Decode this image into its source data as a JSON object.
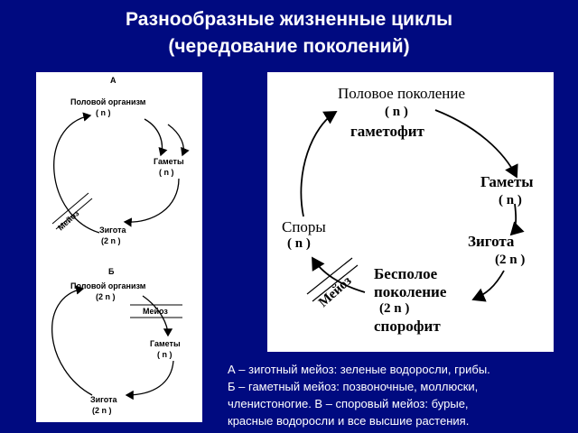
{
  "title": {
    "line1": "Разнообразные жизненные циклы",
    "line2": "(чередование поколений)"
  },
  "diagram_a": {
    "letter": "А",
    "organism": "Половой организм",
    "organism_ploidy": "( n )",
    "gametes": "Гаметы",
    "gametes_ploidy": "( n )",
    "zygote": "Зигота",
    "zygote_ploidy": "(2 n )",
    "meiosis": "Мейоз"
  },
  "diagram_b": {
    "letter": "Б",
    "organism": "Половой организм",
    "organism_ploidy": "(2 n )",
    "meiosis": "Мейоз",
    "gametes": "Гаметы",
    "gametes_ploidy": "( n )",
    "zygote": "Зигота",
    "zygote_ploidy": "(2 n )"
  },
  "diagram_c": {
    "sexual_gen": "Половое поколение",
    "sexual_ploidy": "( n )",
    "gametophyte": "гаметофит",
    "gametes": "Гаметы",
    "gametes_ploidy": "( n )",
    "zygote": "Зигота",
    "zygote_ploidy": "(2 n )",
    "asexual_gen_1": "Бесполое",
    "asexual_gen_2": "поколение",
    "asexual_ploidy": "(2 n )",
    "sporophyte": "спорофит",
    "spores": "Споры",
    "spores_ploidy": "( n )",
    "meiosis": "Мейоз"
  },
  "caption": {
    "line1": "А – зиготный мейоз: зеленые водоросли, грибы.",
    "line2": "Б – гаметный мейоз: позвоночные, моллюски,",
    "line3": "членистоногие.    В – споровый мейоз: бурые,",
    "line4": "красные водоросли и все высшие растения."
  },
  "colors": {
    "background": "#000a80",
    "panel": "#ffffff",
    "ink": "#000000"
  }
}
